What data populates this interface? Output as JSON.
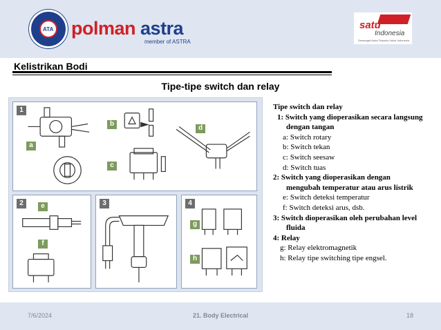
{
  "header": {
    "logo_name": "polman-astra-seal-logo",
    "brand_part1": "polman",
    "brand_part2": "astra",
    "brand_sub": "member of ASTRA",
    "badge_name": "satu-indonesia-logo",
    "colors": {
      "header_bg": "#dfe6f1",
      "brand_red": "#d02027",
      "brand_blue": "#1f3f8c"
    }
  },
  "section_title": "Kelistrikan Bodi",
  "main_title": "Tipe-tipe switch dan relay",
  "figure": {
    "panels": [
      "1",
      "2",
      "3",
      "4"
    ],
    "labels": [
      "a",
      "b",
      "c",
      "d",
      "e",
      "f",
      "g",
      "h"
    ],
    "colors": {
      "panel_num": "#6d6d6d",
      "label_tag": "#7e9b5e"
    }
  },
  "description": {
    "heading": "Tipe switch dan relay",
    "items": [
      "1: Switch yang dioperasikan secara langsung",
      "dengan tangan",
      "a: Switch rotary",
      "b: Switch tekan",
      "c: Switch seesaw",
      "d: Switch tuas",
      "2: Switch yang dioperasikan  dengan",
      "mengubah  temperatur atau arus listrik",
      "e: Switch deteksi temperatur",
      "f: Switch deteksi arus, dsb.",
      "3: Switch dioperasikan  oleh perubahan level",
      "fluida",
      "4: Relay",
      "g: Relay elektromagnetik",
      "h: Relay tipe switching tipe engsel."
    ]
  },
  "footer": {
    "date": "7/6/2024",
    "title": "21. Body Electrical",
    "page": "18"
  }
}
